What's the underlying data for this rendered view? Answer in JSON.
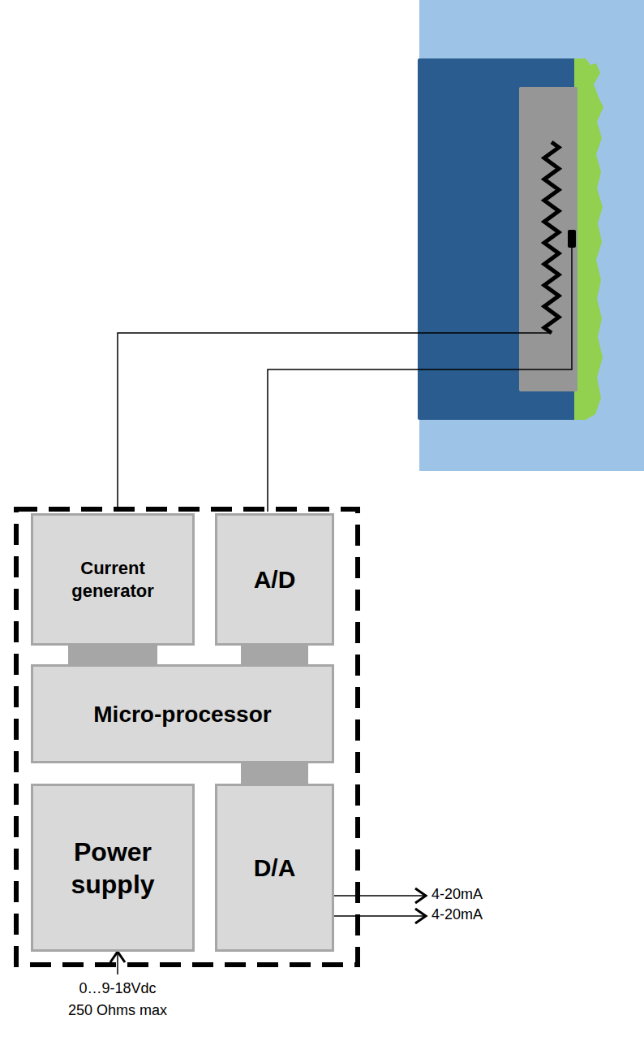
{
  "diagram": {
    "nodes": [
      {
        "text": [
          "Current generator"
        ]
      },
      {
        "text": [
          "A/D"
        ]
      },
      {
        "text": [
          "Micro-processor"
        ]
      },
      {
        "text": [
          "Power supply"
        ]
      },
      {
        "text": [
          "D/A"
        ]
      }
    ],
    "edges": [
      {
        "from": 0,
        "to": 2,
        "arrow": "none"
      },
      {
        "from": 1,
        "to": 2,
        "arrow": "none"
      },
      {
        "from": 2,
        "to": 4,
        "arrow": "none"
      }
    ],
    "labels": [
      "4-20mA",
      "4-20mA",
      "0…9-18Vdc",
      "250 Ohms max"
    ]
  }
}
